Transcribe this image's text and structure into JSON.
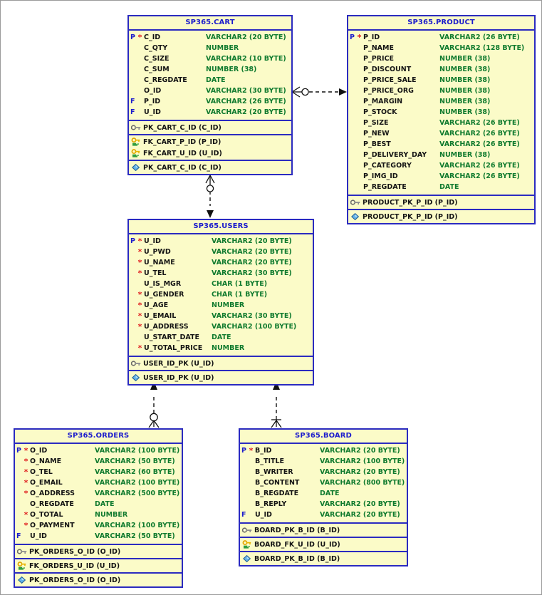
{
  "diagram": {
    "type": "entity-relationship-diagram",
    "colors": {
      "entity_fill": "#fbfbc8",
      "entity_border": "#2b2bc0",
      "title_text": "#1c1ccc",
      "column_name_text": "#141414",
      "datatype_text": "#0f7a2e",
      "required_marker": "#e02020",
      "canvas": "#ffffff"
    },
    "entities": [
      {
        "name": "SP365.CART",
        "columns": [
          {
            "key": "P",
            "required": "*",
            "name": "C_ID",
            "type": "VARCHAR2 (20 BYTE)"
          },
          {
            "key": "",
            "required": "",
            "name": "C_QTY",
            "type": "NUMBER"
          },
          {
            "key": "",
            "required": "",
            "name": "C_SIZE",
            "type": "VARCHAR2 (10 BYTE)"
          },
          {
            "key": "",
            "required": "",
            "name": "C_SUM",
            "type": "NUMBER (38)"
          },
          {
            "key": "",
            "required": "",
            "name": "C_REGDATE",
            "type": "DATE"
          },
          {
            "key": "",
            "required": "",
            "name": "O_ID",
            "type": "VARCHAR2 (30 BYTE)"
          },
          {
            "key": "F",
            "required": "",
            "name": "P_ID",
            "type": "VARCHAR2 (26 BYTE)"
          },
          {
            "key": "F",
            "required": "",
            "name": "U_ID",
            "type": "VARCHAR2 (20 BYTE)"
          }
        ],
        "constraint_groups": [
          {
            "icon": "pk-key-icon",
            "items": [
              "PK_CART_C_ID (C_ID)"
            ]
          },
          {
            "icon": "fk-key-icon",
            "items": [
              "FK_CART_P_ID (P_ID)",
              "FK_CART_U_ID (U_ID)"
            ]
          },
          {
            "icon": "index-diamond-icon",
            "items": [
              "PK_CART_C_ID (C_ID)"
            ]
          }
        ]
      },
      {
        "name": "SP365.PRODUCT",
        "columns": [
          {
            "key": "P",
            "required": "*",
            "name": "P_ID",
            "type": "VARCHAR2 (26 BYTE)"
          },
          {
            "key": "",
            "required": "",
            "name": "P_NAME",
            "type": "VARCHAR2 (128 BYTE)"
          },
          {
            "key": "",
            "required": "",
            "name": "P_PRICE",
            "type": "NUMBER (38)"
          },
          {
            "key": "",
            "required": "",
            "name": "P_DISCOUNT",
            "type": "NUMBER (38)"
          },
          {
            "key": "",
            "required": "",
            "name": "P_PRICE_SALE",
            "type": "NUMBER (38)"
          },
          {
            "key": "",
            "required": "",
            "name": "P_PRICE_ORG",
            "type": "NUMBER (38)"
          },
          {
            "key": "",
            "required": "",
            "name": "P_MARGIN",
            "type": "NUMBER (38)"
          },
          {
            "key": "",
            "required": "",
            "name": "P_STOCK",
            "type": "NUMBER (38)"
          },
          {
            "key": "",
            "required": "",
            "name": "P_SIZE",
            "type": "VARCHAR2 (26 BYTE)"
          },
          {
            "key": "",
            "required": "",
            "name": "P_NEW",
            "type": "VARCHAR2 (26 BYTE)"
          },
          {
            "key": "",
            "required": "",
            "name": "P_BEST",
            "type": "VARCHAR2 (26 BYTE)"
          },
          {
            "key": "",
            "required": "",
            "name": "P_DELIVERY_DAY",
            "type": "NUMBER (38)"
          },
          {
            "key": "",
            "required": "",
            "name": "P_CATEGORY",
            "type": "VARCHAR2 (26 BYTE)"
          },
          {
            "key": "",
            "required": "",
            "name": "P_IMG_ID",
            "type": "VARCHAR2 (26 BYTE)"
          },
          {
            "key": "",
            "required": "",
            "name": "P_REGDATE",
            "type": "DATE"
          }
        ],
        "constraint_groups": [
          {
            "icon": "pk-key-icon",
            "items": [
              "PRODUCT_PK_P_ID (P_ID)"
            ]
          },
          {
            "icon": "index-diamond-icon",
            "items": [
              "PRODUCT_PK_P_ID (P_ID)"
            ]
          }
        ]
      },
      {
        "name": "SP365.USERS",
        "columns": [
          {
            "key": "P",
            "required": "*",
            "name": "U_ID",
            "type": "VARCHAR2 (20 BYTE)"
          },
          {
            "key": "",
            "required": "*",
            "name": "U_PWD",
            "type": "VARCHAR2 (20 BYTE)"
          },
          {
            "key": "",
            "required": "*",
            "name": "U_NAME",
            "type": "VARCHAR2 (20 BYTE)"
          },
          {
            "key": "",
            "required": "*",
            "name": "U_TEL",
            "type": "VARCHAR2 (30 BYTE)"
          },
          {
            "key": "",
            "required": "",
            "name": "U_IS_MGR",
            "type": "CHAR (1 BYTE)"
          },
          {
            "key": "",
            "required": "*",
            "name": "U_GENDER",
            "type": "CHAR (1 BYTE)"
          },
          {
            "key": "",
            "required": "*",
            "name": "U_AGE",
            "type": "NUMBER"
          },
          {
            "key": "",
            "required": "*",
            "name": "U_EMAIL",
            "type": "VARCHAR2 (30 BYTE)"
          },
          {
            "key": "",
            "required": "*",
            "name": "U_ADDRESS",
            "type": "VARCHAR2 (100 BYTE)"
          },
          {
            "key": "",
            "required": "",
            "name": "U_START_DATE",
            "type": "DATE"
          },
          {
            "key": "",
            "required": "*",
            "name": "U_TOTAL_PRICE",
            "type": "NUMBER"
          }
        ],
        "constraint_groups": [
          {
            "icon": "pk-key-icon",
            "items": [
              "USER_ID_PK (U_ID)"
            ]
          },
          {
            "icon": "index-diamond-icon",
            "items": [
              "USER_ID_PK (U_ID)"
            ]
          }
        ]
      },
      {
        "name": "SP365.ORDERS",
        "columns": [
          {
            "key": "P",
            "required": "*",
            "name": "O_ID",
            "type": "VARCHAR2 (100 BYTE)"
          },
          {
            "key": "",
            "required": "*",
            "name": "O_NAME",
            "type": "VARCHAR2 (50 BYTE)"
          },
          {
            "key": "",
            "required": "*",
            "name": "O_TEL",
            "type": "VARCHAR2 (60 BYTE)"
          },
          {
            "key": "",
            "required": "*",
            "name": "O_EMAIL",
            "type": "VARCHAR2 (100 BYTE)"
          },
          {
            "key": "",
            "required": "*",
            "name": "O_ADDRESS",
            "type": "VARCHAR2 (500 BYTE)"
          },
          {
            "key": "",
            "required": "",
            "name": "O_REGDATE",
            "type": "DATE"
          },
          {
            "key": "",
            "required": "*",
            "name": "O_TOTAL",
            "type": "NUMBER"
          },
          {
            "key": "",
            "required": "*",
            "name": "O_PAYMENT",
            "type": "VARCHAR2 (100 BYTE)"
          },
          {
            "key": "F",
            "required": "",
            "name": "U_ID",
            "type": "VARCHAR2 (50 BYTE)"
          }
        ],
        "constraint_groups": [
          {
            "icon": "pk-key-icon",
            "items": [
              "PK_ORDERS_O_ID (O_ID)"
            ]
          },
          {
            "icon": "fk-key-icon",
            "items": [
              "FK_ORDERS_U_ID (U_ID)"
            ]
          },
          {
            "icon": "index-diamond-icon",
            "items": [
              "PK_ORDERS_O_ID (O_ID)"
            ]
          }
        ]
      },
      {
        "name": "SP365.BOARD",
        "columns": [
          {
            "key": "P",
            "required": "*",
            "name": "B_ID",
            "type": "VARCHAR2 (20 BYTE)"
          },
          {
            "key": "",
            "required": "",
            "name": "B_TITLE",
            "type": "VARCHAR2 (100 BYTE)"
          },
          {
            "key": "",
            "required": "",
            "name": "B_WRITER",
            "type": "VARCHAR2 (20 BYTE)"
          },
          {
            "key": "",
            "required": "",
            "name": "B_CONTENT",
            "type": "VARCHAR2 (800 BYTE)"
          },
          {
            "key": "",
            "required": "",
            "name": "B_REGDATE",
            "type": "DATE"
          },
          {
            "key": "",
            "required": "",
            "name": "B_REPLY",
            "type": "VARCHAR2 (20 BYTE)"
          },
          {
            "key": "F",
            "required": "",
            "name": "U_ID",
            "type": "VARCHAR2 (20 BYTE)"
          }
        ],
        "constraint_groups": [
          {
            "icon": "pk-key-icon",
            "items": [
              "BOARD_PK_B_ID (B_ID)"
            ]
          },
          {
            "icon": "fk-key-icon",
            "items": [
              "BOARD_FK_U_ID (U_ID)"
            ]
          },
          {
            "icon": "index-diamond-icon",
            "items": [
              "BOARD_PK_B_ID (B_ID)"
            ]
          }
        ]
      }
    ],
    "relationships": [
      {
        "name": "cart-to-product",
        "from": "SP365.CART",
        "to": "SP365.PRODUCT",
        "from_cardinality": "crows-foot-optional-many",
        "to_cardinality": "arrow",
        "line": "dashed"
      },
      {
        "name": "cart-to-users",
        "from": "SP365.CART",
        "to": "SP365.USERS",
        "from_cardinality": "crows-foot-optional-many",
        "to_cardinality": "arrow",
        "line": "dashed"
      },
      {
        "name": "orders-to-users",
        "from": "SP365.ORDERS",
        "to": "SP365.USERS",
        "from_cardinality": "crows-foot-optional-many",
        "to_cardinality": "arrow",
        "line": "dashed"
      },
      {
        "name": "board-to-users",
        "from": "SP365.BOARD",
        "to": "SP365.USERS",
        "from_cardinality": "crows-foot-mandatory-many",
        "to_cardinality": "arrow",
        "line": "dashed"
      }
    ]
  }
}
